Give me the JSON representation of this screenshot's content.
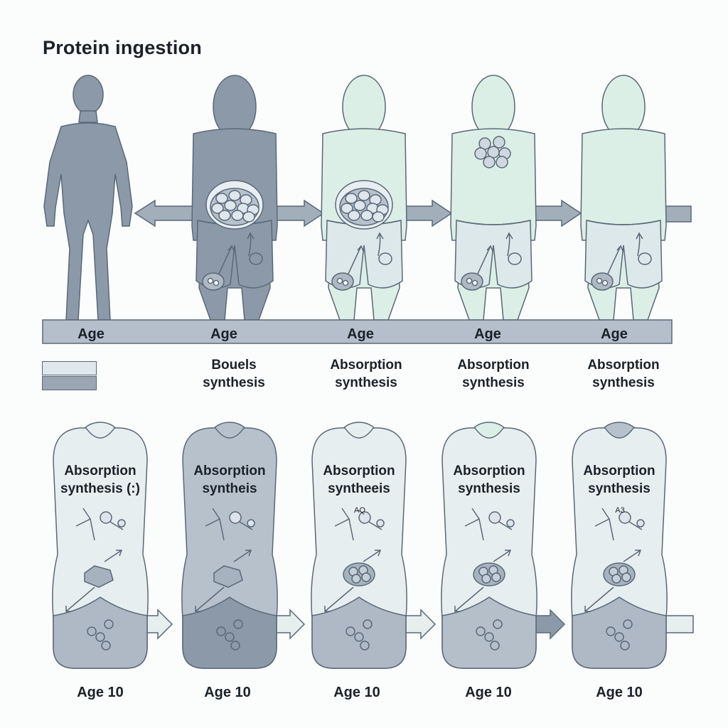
{
  "title": "Protein ingestion",
  "colors": {
    "dark_figure": "#8c99a8",
    "light_figure": "#dde8ea",
    "green_figure": "#dcefe6",
    "outline": "#5a6878",
    "bar": "#b4bfcb"
  },
  "top_row": {
    "bar_labels": [
      "Age",
      "Age",
      "Age",
      "Age",
      "Age"
    ],
    "process_labels": [
      "Bouels\nsynthesis",
      "Absorption\nsynthesis",
      "Absorption\nsynthesis",
      "Absorption\nsynthesis"
    ]
  },
  "legend": {
    "swatches": [
      "#dfe8ec",
      "#9aa6b4"
    ]
  },
  "bottom_row": {
    "pod_labels": [
      "Absorption\nsynthesis (:)",
      "Absorption\nsyntheis",
      "Absorption\nsyntheeis",
      "Absorption\nsynthesis",
      "Absorption\nsynthesis"
    ],
    "pod_annotations": [
      "",
      "",
      "A̴Q",
      "",
      "A3"
    ],
    "age_labels": [
      "Age 10",
      "Age 10",
      "Age 10",
      "Age 10",
      "Age 10"
    ]
  }
}
